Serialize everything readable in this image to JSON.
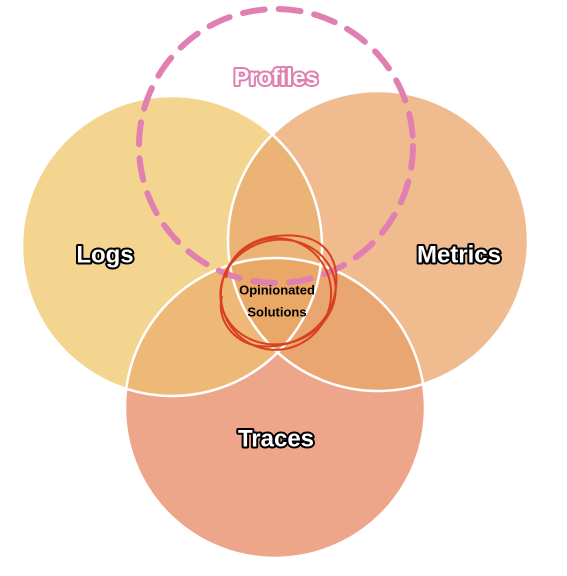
{
  "sets": {
    "logs": {
      "label": "Logs",
      "color": "#f4d590"
    },
    "metrics": {
      "label": "Metrics",
      "color": "#f0bc8f"
    },
    "traces": {
      "label": "Traces",
      "color": "#eea68b"
    },
    "profiles": {
      "label": "Profiles",
      "color": "#e07fb0",
      "style": "dashed"
    }
  },
  "overlaps": {
    "logs_metrics": "#ecb377",
    "logs_traces": "#eeb877",
    "metrics_traces": "#e9a670",
    "center": "#eaa866"
  },
  "center": {
    "line1": "Opinionated",
    "line2": "Solutions",
    "scribble_color": "#d9401f"
  }
}
